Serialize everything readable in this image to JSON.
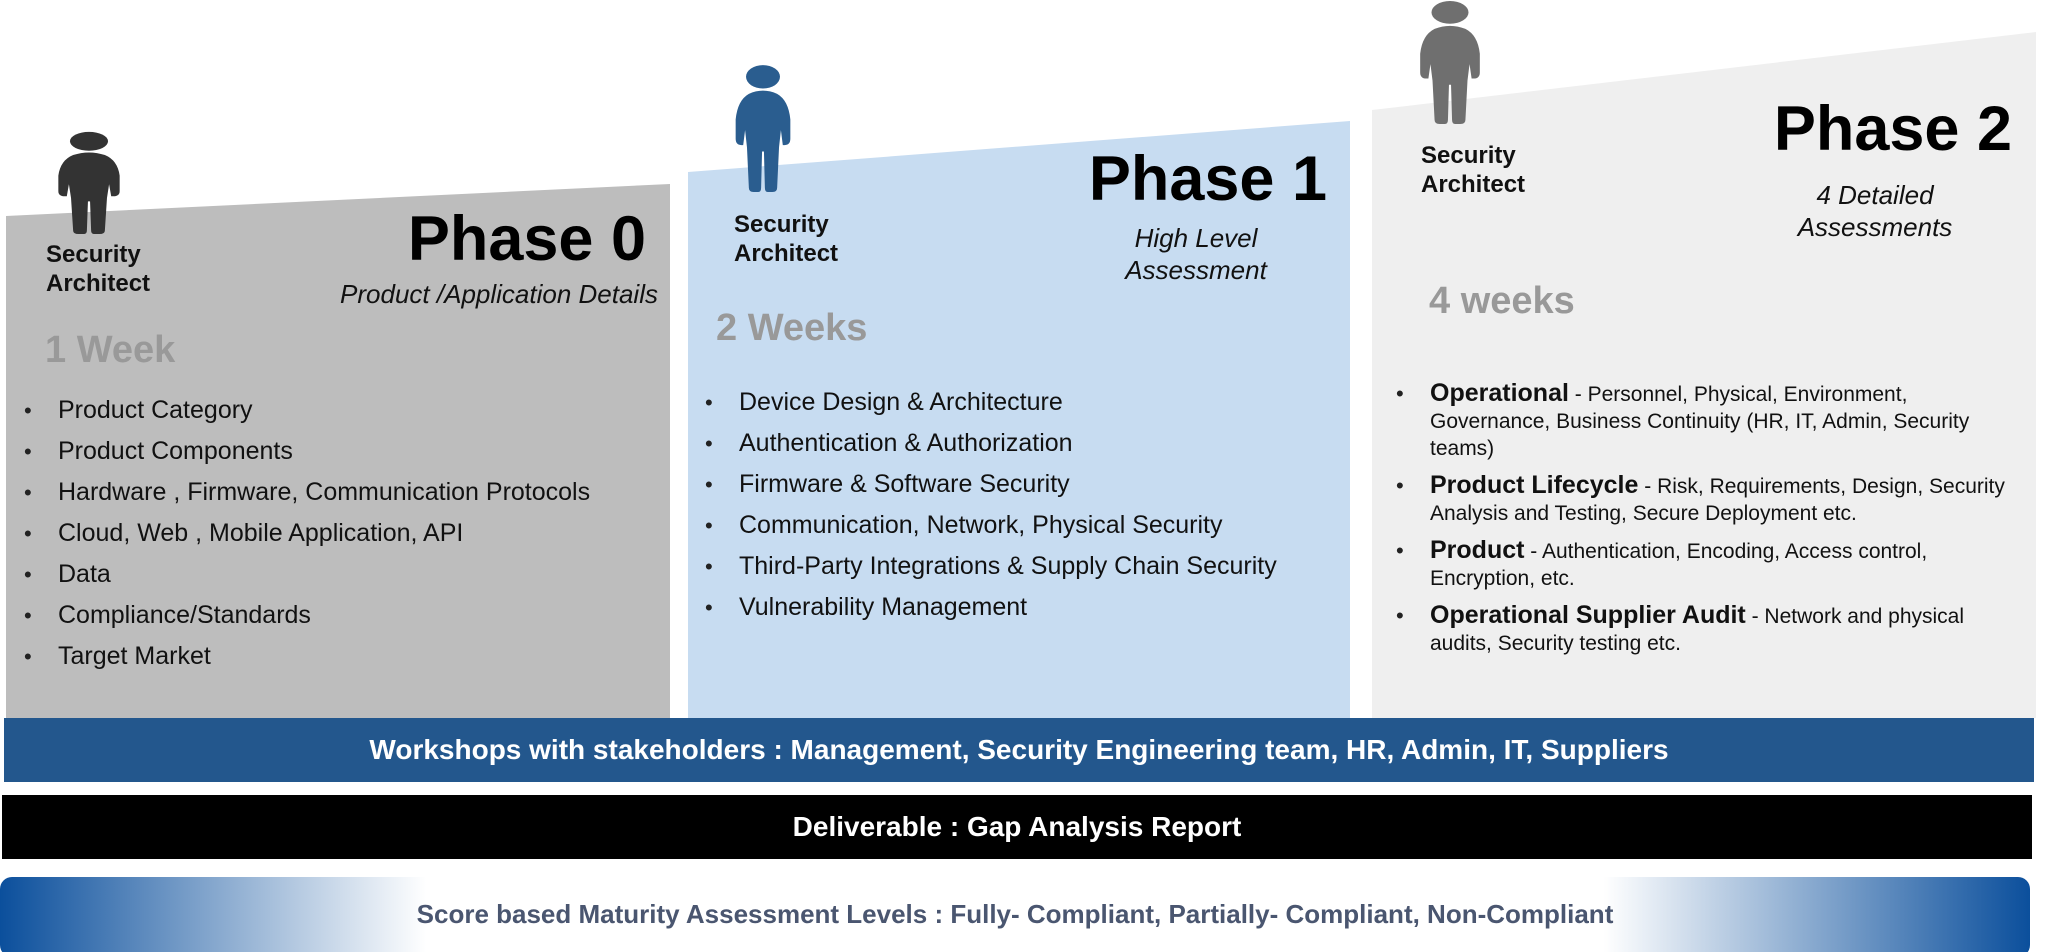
{
  "colors": {
    "phase0_bg": "#bdbdbd",
    "phase1_bg": "#c7dcf1",
    "phase2_bg": "#efefef",
    "person_phase0": "#333333",
    "person_phase1": "#2a5d8f",
    "person_phase2": "#6f6f6f",
    "duration_gray": "#999999",
    "workshop_bar": "#23578d",
    "deliverable_bar": "#000000",
    "maturity_text": "#4a5670",
    "maturity_edge": "#0b4f9c"
  },
  "phases": [
    {
      "role": [
        "Security",
        "Architect"
      ],
      "title": "Phase 0",
      "subtitle": [
        "Product /Application Details"
      ],
      "duration": "1 Week",
      "items": [
        "Product Category",
        "Product Components",
        "Hardware , Firmware, Communication Protocols",
        "Cloud, Web , Mobile Application, API",
        "Data",
        "Compliance/Standards",
        "Target Market"
      ]
    },
    {
      "role": [
        "Security",
        "Architect"
      ],
      "title": "Phase 1",
      "subtitle": [
        "High Level",
        "Assessment"
      ],
      "duration": "2 Weeks",
      "items": [
        "Device Design & Architecture",
        "Authentication & Authorization",
        "Firmware & Software Security",
        "Communication, Network, Physical Security",
        "Third-Party Integrations & Supply Chain Security",
        "Vulnerability Management"
      ]
    },
    {
      "role": [
        "Security",
        "Architect"
      ],
      "title": "Phase 2",
      "subtitle": [
        "4 Detailed",
        "Assessments"
      ],
      "duration": "4 weeks",
      "details": [
        {
          "lead": "Operational",
          "text": " - Personnel, Physical, Environment, Governance, Business Continuity (HR, IT, Admin, Security teams)"
        },
        {
          "lead": "Product Lifecycle",
          "text": " - Risk, Requirements, Design, Security Analysis and Testing, Secure Deployment etc."
        },
        {
          "lead": "Product",
          "text": " - Authentication, Encoding, Access control, Encryption, etc."
        },
        {
          "lead": "Operational Supplier Audit",
          "text": " - Network and physical audits, Security testing etc."
        }
      ]
    }
  ],
  "workshop": "Workshops with stakeholders : Management, Security Engineering team, HR, Admin, IT, Suppliers",
  "deliverable": "Deliverable : Gap Analysis Report",
  "maturity": "Score based Maturity Assessment Levels : Fully- Compliant, Partially- Compliant, Non-Compliant"
}
